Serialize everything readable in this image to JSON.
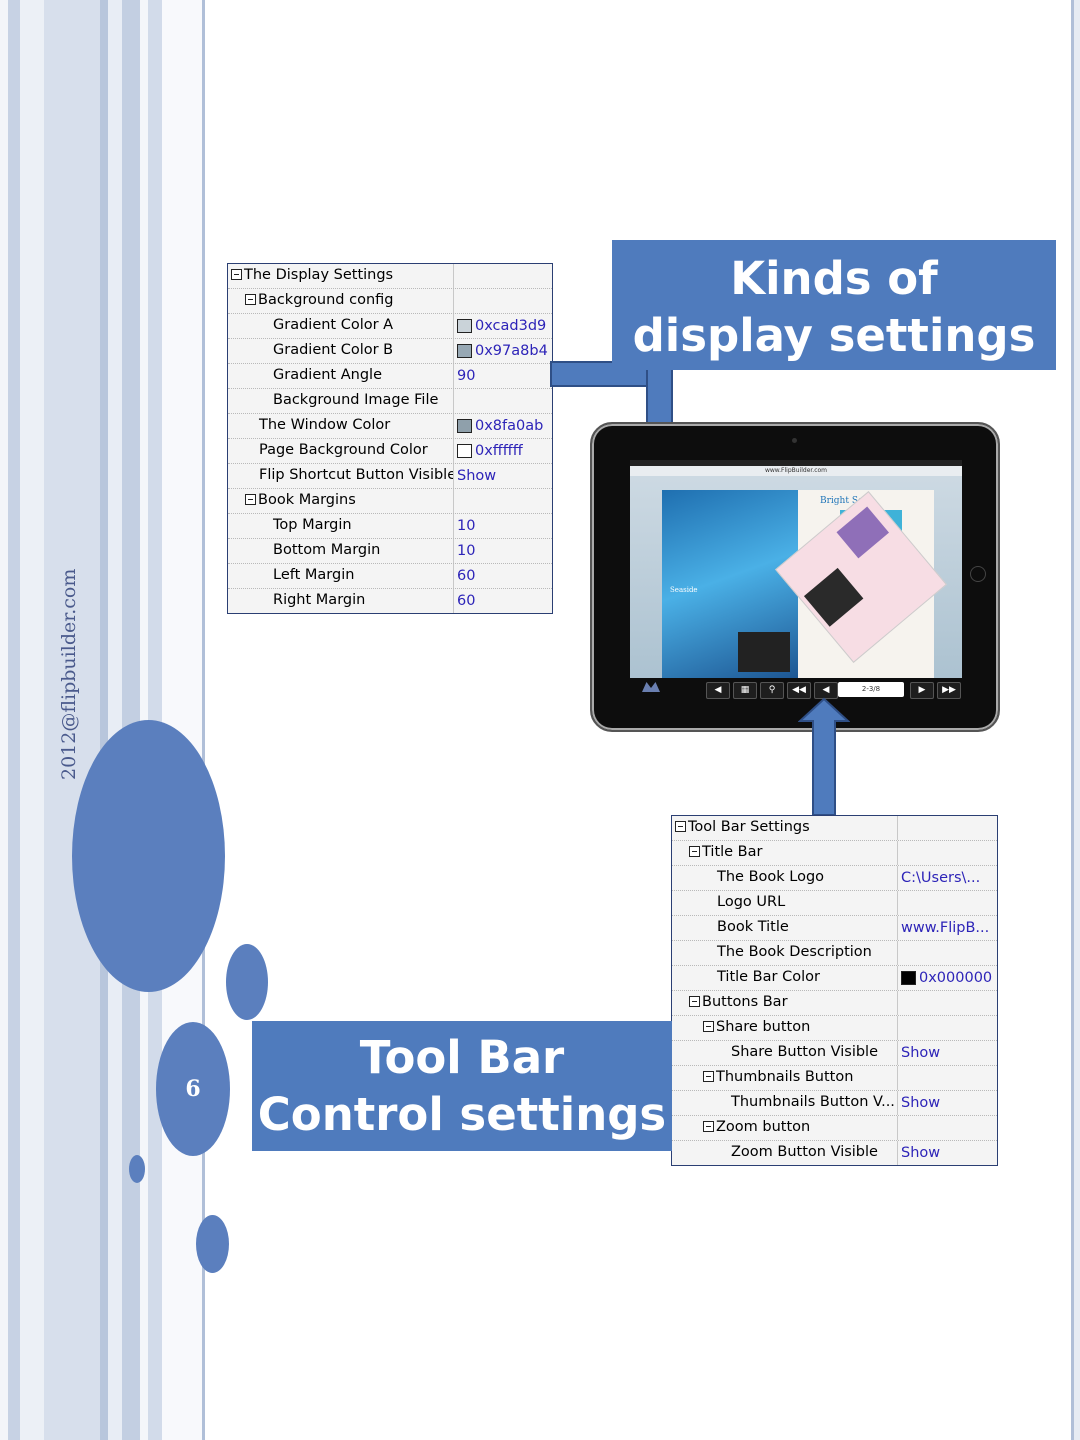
{
  "sidebar": {
    "email": "2012@flipbuilder.com",
    "page_number": "6"
  },
  "display_settings": {
    "rows": [
      {
        "label": "The Display Settings",
        "value": "",
        "level": 0,
        "expander": true
      },
      {
        "label": "Background config",
        "value": "",
        "level": 1,
        "expander": true
      },
      {
        "label": "Gradient Color A",
        "value": "0xcad3d9",
        "level": 3,
        "swatch": "#cad3d9"
      },
      {
        "label": "Gradient Color B",
        "value": "0x97a8b4",
        "level": 3,
        "swatch": "#97a8b4"
      },
      {
        "label": "Gradient Angle",
        "value": "90",
        "level": 3
      },
      {
        "label": "Background Image File",
        "value": "",
        "level": 3
      },
      {
        "label": "The Window Color",
        "value": "0x8fa0ab",
        "level": 2,
        "swatch": "#8fa0ab"
      },
      {
        "label": "Page Background Color",
        "value": "0xffffff",
        "level": 2,
        "swatch": "#ffffff"
      },
      {
        "label": "Flip Shortcut Button Visible",
        "value": "Show",
        "level": 2
      },
      {
        "label": "Book Margins",
        "value": "",
        "level": 1,
        "expander": true
      },
      {
        "label": "Top Margin",
        "value": "10",
        "level": 3
      },
      {
        "label": "Bottom Margin",
        "value": "10",
        "level": 3
      },
      {
        "label": "Left Margin",
        "value": "60",
        "level": 3
      },
      {
        "label": "Right Margin",
        "value": "60",
        "level": 3
      }
    ]
  },
  "toolbar_settings": {
    "rows": [
      {
        "label": "Tool Bar Settings",
        "value": "",
        "level": 0,
        "expander": true
      },
      {
        "label": "Title Bar",
        "value": "",
        "level": 1,
        "expander": true
      },
      {
        "label": "The Book Logo",
        "value": "C:\\Users\\...",
        "level": 3
      },
      {
        "label": "Logo URL",
        "value": "",
        "level": 3
      },
      {
        "label": "Book Title",
        "value": "www.FlipB...",
        "level": 3
      },
      {
        "label": "The Book Description",
        "value": "",
        "level": 3
      },
      {
        "label": "Title Bar Color",
        "value": "0x000000",
        "level": 3,
        "swatch": "#000000"
      },
      {
        "label": "Buttons Bar",
        "value": "",
        "level": 1,
        "expander": true
      },
      {
        "label": "Share button",
        "value": "",
        "level": 2,
        "expander": true
      },
      {
        "label": "Share Button Visible",
        "value": "Show",
        "level": 4
      },
      {
        "label": "Thumbnails Button",
        "value": "",
        "level": 2,
        "expander": true
      },
      {
        "label": "Thumbnails Button V...",
        "value": "Show",
        "level": 4
      },
      {
        "label": "Zoom button",
        "value": "",
        "level": 2,
        "expander": true
      },
      {
        "label": "Zoom Button Visible",
        "value": "Show",
        "level": 4
      }
    ]
  },
  "banners": {
    "display_line1": "Kinds of",
    "display_line2": "display settings",
    "toolbar_line1": "Tool Bar",
    "toolbar_line2": "Control settings"
  },
  "tablet": {
    "url": "www.FlipBuilder.com",
    "page_title": "Bright Sea",
    "left_page_heading": "Seaside",
    "page_counter": "2-3/8"
  },
  "colors": {
    "accent": "#4f7bbd",
    "circle": "#5b7fbe",
    "value_text": "#2d24b8"
  }
}
